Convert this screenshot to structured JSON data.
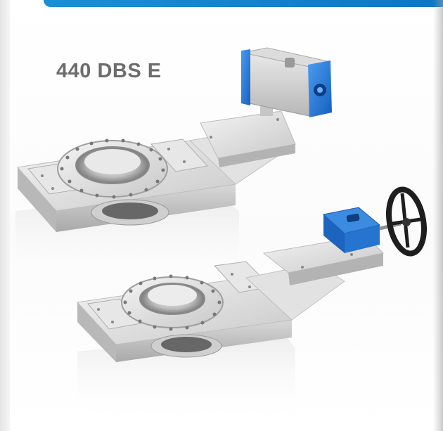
{
  "title": "440 DBS E",
  "products": [
    {
      "name": "pneumatic-valve",
      "actuator_color": "#1f6fd6"
    },
    {
      "name": "manual-valve",
      "actuator_color": "#1a73c9"
    }
  ]
}
